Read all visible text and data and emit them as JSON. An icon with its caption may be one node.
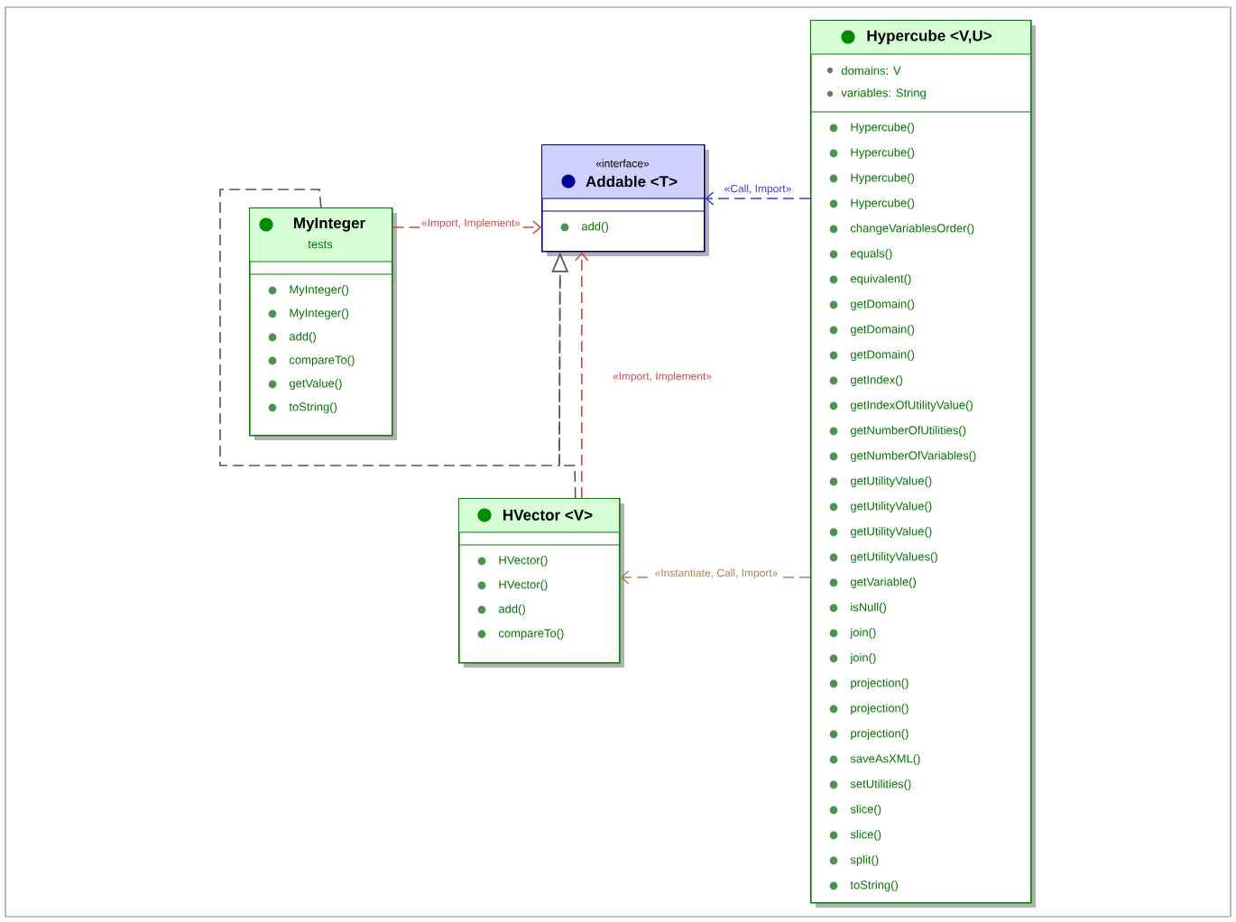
{
  "diagram": {
    "nodes": [
      {
        "text": [
          "MyInteger",
          "tests",
          "MyInteger()",
          "MyInteger()",
          "add()",
          "compareTo()",
          "getValue()",
          "toString()"
        ]
      },
      {
        "text": [
          "«interface»",
          "Addable <T>",
          "add()"
        ]
      },
      {
        "text": [
          "HVector <V>",
          "HVector()",
          "HVector()",
          "add()",
          "compareTo()"
        ]
      },
      {
        "text": [
          "Hypercube <V,U>",
          "domains: V",
          "variables: String",
          "Hypercube()",
          "Hypercube()",
          "Hypercube()",
          "Hypercube()",
          "changeVariablesOrder()",
          "equals()",
          "equivalent()",
          "getDomain()",
          "getDomain()",
          "getDomain()",
          "getIndex()",
          "getIndexOfUtilityValue()",
          "getNumberOfUtilities()",
          "getNumberOfVariables()",
          "getUtilityValue()",
          "getUtilityValue()",
          "getUtilityValue()",
          "getUtilityValues()",
          "getVariable()",
          "isNull()",
          "join()",
          "join()",
          "projection()",
          "projection()",
          "projection()",
          "saveAsXML()",
          "setUtilities()",
          "slice()",
          "slice()",
          "split()",
          "toString()"
        ]
      }
    ],
    "edges": [
      {
        "from": 0,
        "to": 1,
        "arrow": "to",
        "label": "«Import, Implement»",
        "style": "dashed",
        "color": "#d04848"
      },
      {
        "from": 3,
        "to": 1,
        "arrow": "to",
        "label": "«Call, Import»",
        "style": "dashed",
        "color": "#3c3cd8"
      },
      {
        "from": 2,
        "to": 1,
        "arrow": "to",
        "label": "«Import, Implement»",
        "style": "dashed",
        "color": "#d04848"
      },
      {
        "from": 0,
        "to": 1,
        "arrow": "to",
        "style": "dashed",
        "color": "#555555"
      },
      {
        "from": 2,
        "to": 1,
        "arrow": "to",
        "style": "dashed",
        "color": "#555555"
      },
      {
        "from": 3,
        "to": 2,
        "arrow": "to",
        "label": "«Instantiate, Call, Import»",
        "style": "dashed",
        "color": "#b08050"
      }
    ]
  }
}
